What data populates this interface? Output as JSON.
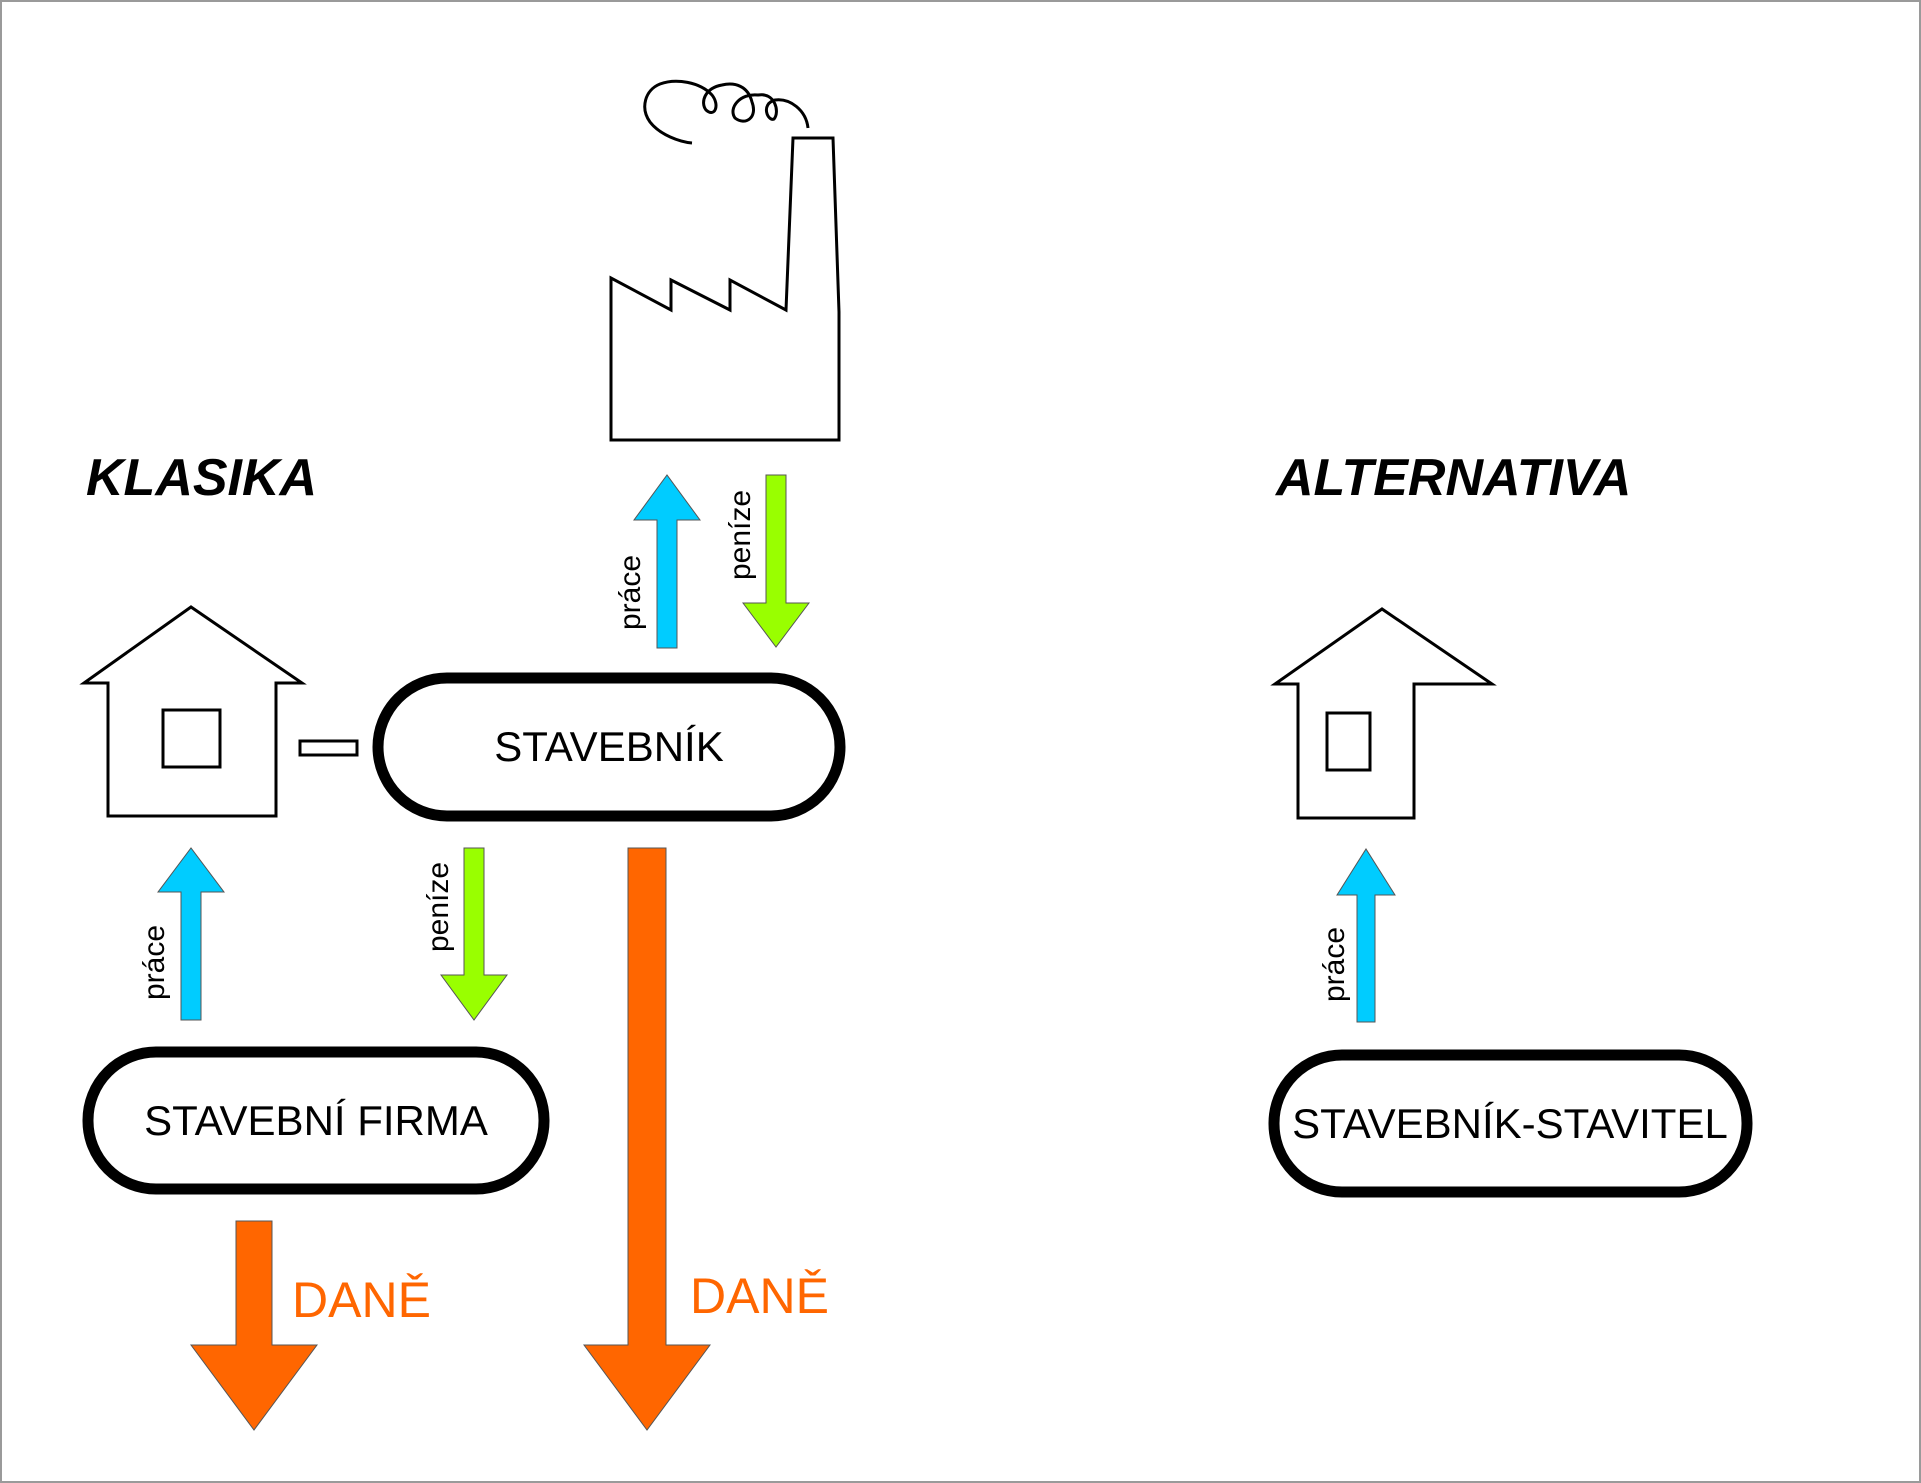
{
  "sections": {
    "classic": {
      "title": "KLASIKA"
    },
    "alternative": {
      "title": "ALTERNATIVA"
    }
  },
  "nodes": {
    "stavebnik": "STAVEBNÍK",
    "stavebni_firma": "STAVEBNÍ FIRMA",
    "stavebnik_stavitel": "STAVEBNÍK-STAVITEL"
  },
  "arrows": {
    "work": "práce",
    "money": "peníze",
    "taxes": "DANĚ"
  },
  "icons": {
    "factory": "factory-icon",
    "house": "house-icon"
  },
  "colors": {
    "work": "#00ccff",
    "money": "#99ff00",
    "taxes": "#ff6600",
    "outline": "#000000"
  }
}
